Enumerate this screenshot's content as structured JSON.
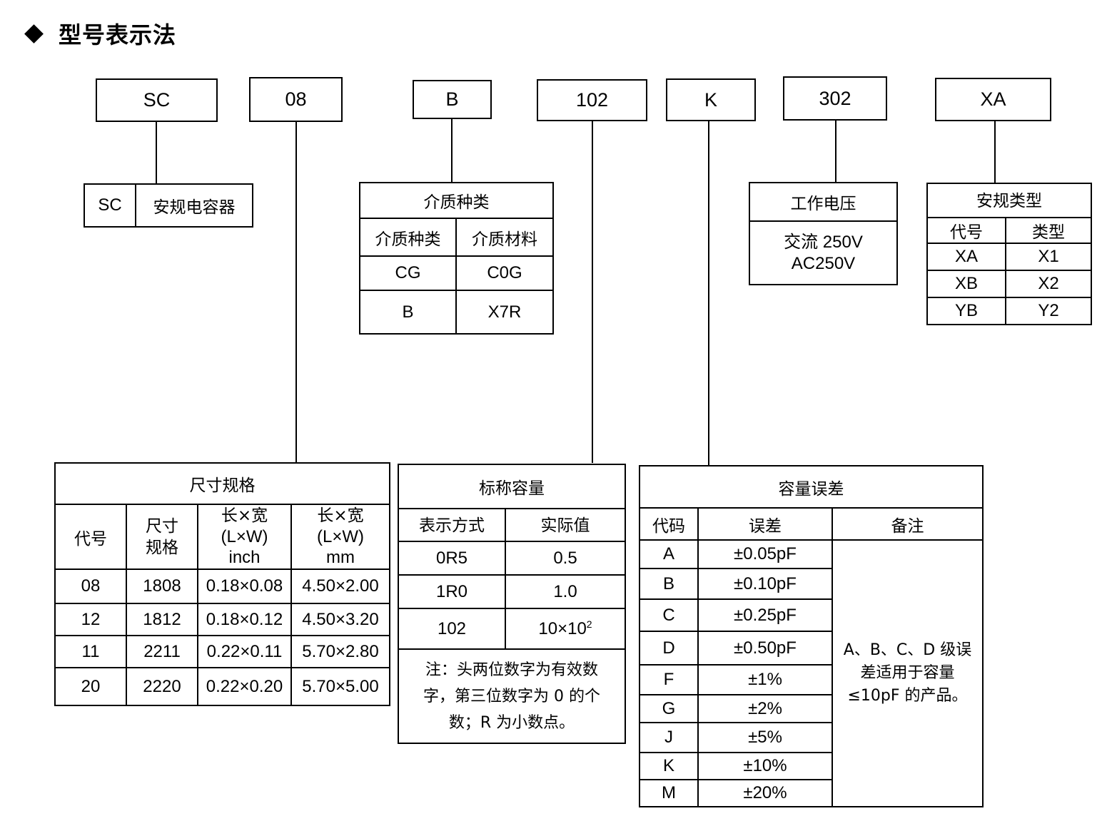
{
  "heading": {
    "title": "型号表示法"
  },
  "codes": [
    "SC",
    "08",
    "B",
    "102",
    "K",
    "302",
    "XA"
  ],
  "series": {
    "code": "SC",
    "name": "安规电容器"
  },
  "dielectric": {
    "title": "介质种类",
    "headers": [
      "介质种类",
      "介质材料"
    ],
    "rows": [
      [
        "CG",
        "C0G"
      ],
      [
        "B",
        "X7R"
      ]
    ]
  },
  "voltage": {
    "title": "工作电压",
    "line1": "交流 250V",
    "line2": "AC250V"
  },
  "safety": {
    "title": "安规类型",
    "headers": [
      "代号",
      "类型"
    ],
    "rows": [
      [
        "XA",
        "X1"
      ],
      [
        "XB",
        "X2"
      ],
      [
        "YB",
        "Y2"
      ]
    ]
  },
  "size": {
    "title": "尺寸规格",
    "headers": {
      "code": "代号",
      "spec": [
        "尺寸",
        "规格"
      ],
      "inch": [
        "长×宽",
        "(L×W)",
        "inch"
      ],
      "mm": [
        "长×宽",
        "(L×W)",
        "mm"
      ]
    },
    "rows": [
      [
        "08",
        "1808",
        "0.18×0.08",
        "4.50×2.00"
      ],
      [
        "12",
        "1812",
        "0.18×0.12",
        "4.50×3.20"
      ],
      [
        "11",
        "2211",
        "0.22×0.11",
        "5.70×2.80"
      ],
      [
        "20",
        "2220",
        "0.22×0.20",
        "5.70×5.00"
      ]
    ]
  },
  "capacitance": {
    "title": "标称容量",
    "headers": [
      "表示方式",
      "实际值"
    ],
    "rows": [
      [
        "0R5",
        "0.5"
      ],
      [
        "1R0",
        "1.0"
      ]
    ],
    "row3": {
      "code": "102",
      "base": "10×10",
      "exp": "2"
    },
    "note": "注：头两位数字为有效数字，第三位数字为 0 的个数；R 为小数点。"
  },
  "tolerance": {
    "title": "容量误差",
    "headers": [
      "代码",
      "误差",
      "备注"
    ],
    "rows": [
      [
        "A",
        "±0.05pF"
      ],
      [
        "B",
        "±0.10pF"
      ],
      [
        "C",
        "±0.25pF"
      ],
      [
        "D",
        "±0.50pF"
      ],
      [
        "F",
        "±1%"
      ],
      [
        "G",
        "±2%"
      ],
      [
        "J",
        "±5%"
      ],
      [
        "K",
        "±10%"
      ],
      [
        "M",
        "±20%"
      ]
    ],
    "remark": "A、B、C、D 级误差适用于容量≤10pF 的产品。"
  }
}
